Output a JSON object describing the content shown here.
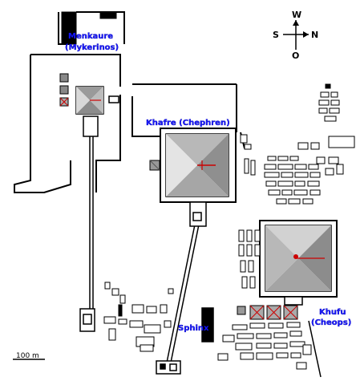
{
  "map": {
    "title": "",
    "compass": {
      "north": "N",
      "south": "S",
      "east": "O",
      "west": "W"
    },
    "scale": {
      "label": "100 m"
    },
    "sites": [
      {
        "id": "menkaure",
        "name": "Menkaure",
        "alt_name": "(Mykerinos)"
      },
      {
        "id": "khafre",
        "name": "Khafre (Chephren)"
      },
      {
        "id": "khufu",
        "name": "Khufu",
        "alt_name": "(Cheops)"
      },
      {
        "id": "sphinx",
        "name": "Sphinx"
      }
    ],
    "colors": {
      "label": "#1a1aff",
      "pyramid_light": "#e4e4e4",
      "pyramid_mid": "#b4b4b4",
      "pyramid_dark": "#8c8c8c",
      "pyramid_outline": "#000000",
      "axis_marker": "#cc0000",
      "wall": "#000000",
      "background": "#ffffff"
    }
  }
}
